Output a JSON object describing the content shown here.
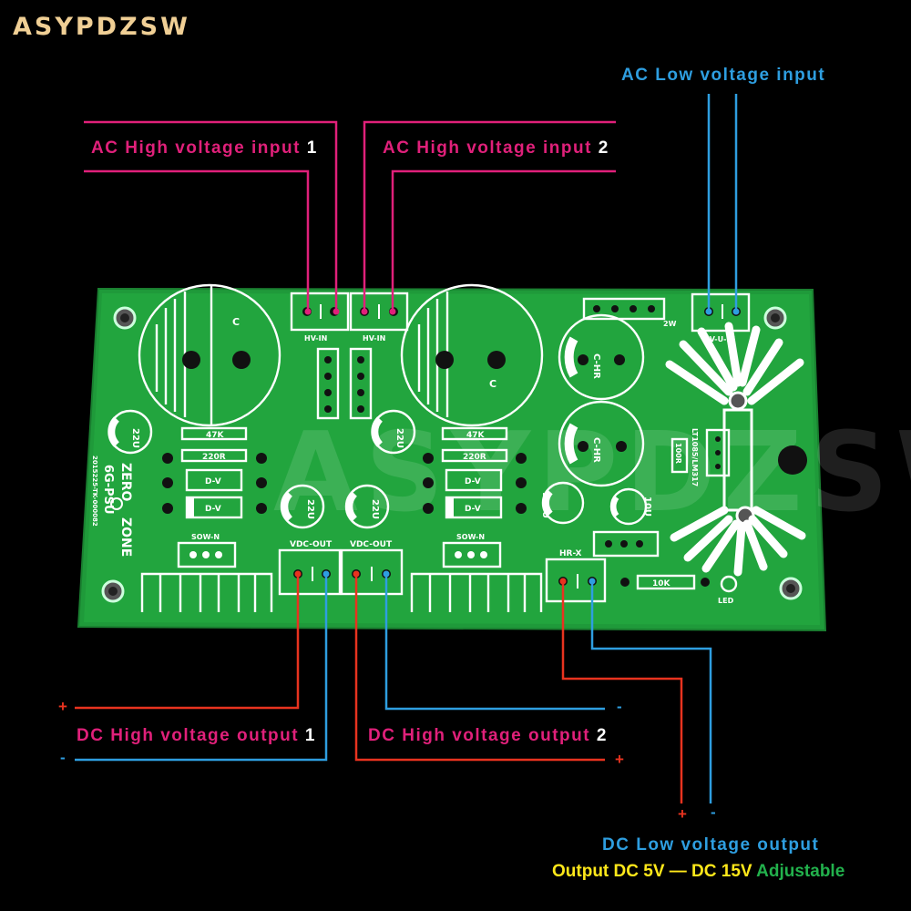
{
  "brand": "ASYPDZSW",
  "watermark": "ASYPDZSW",
  "labels": {
    "ac_high_1": "AC High voltage input",
    "ac_high_1_num": "1",
    "ac_high_2": "AC High voltage input",
    "ac_high_2_num": "2",
    "ac_low": "AC Low voltage input",
    "dc_high_1": "DC High voltage output",
    "dc_high_1_num": "1",
    "dc_high_2": "DC High voltage output",
    "dc_high_2_num": "2",
    "dc_low": "DC Low voltage output",
    "plus": "+",
    "minus": "-"
  },
  "bottom_line": {
    "part1": "Output DC 5V — DC 15V",
    "part2": "Adjustable"
  },
  "pcb_silk": {
    "caps_small_22u": "22U",
    "res_47k": "47K",
    "res_220r": "220R",
    "diode": "D-V",
    "board_name_1": "ZERO",
    "board_name_2": "ZONE",
    "board_model": "6G-PSU",
    "board_date": "2015225-TK-000082",
    "vdc_out": "VDC-OUT",
    "hv_in": "HV-IN",
    "hv_u_in": "HV-U-IN",
    "hr_x": "HR-X",
    "res_10k": "10K",
    "led": "LED",
    "mosfet": "SOW-N",
    "cap_100u": "100U",
    "cap_10u": "10U",
    "reg": "LT1085/LM317",
    "res_100r": "100R",
    "cap_chr": "C-HR",
    "cap_c": "C",
    "j2w": "2W"
  },
  "colors": {
    "pink": "#e0207a",
    "blue": "#2e9ee0",
    "red": "#e8331f",
    "pcb_green": "#1f9a3a",
    "yellow": "#ffe81a",
    "green_text": "#22b14c",
    "brand": "#f0cf95"
  }
}
